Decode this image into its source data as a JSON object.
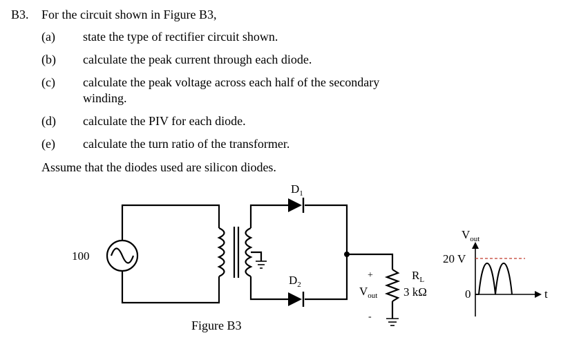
{
  "question": {
    "number": "B3.",
    "stem": "For the circuit shown in Figure B3,",
    "parts": [
      {
        "label": "(a)",
        "text": "state the type of rectifier circuit shown."
      },
      {
        "label": "(b)",
        "text": "calculate the peak current through each diode."
      },
      {
        "label": "(c)",
        "text": "calculate the peak voltage across each half of the secondary",
        "text2": "winding."
      },
      {
        "label": "(d)",
        "text": "calculate the PIV for each diode."
      },
      {
        "label": "(e)",
        "text": "calculate the turn ratio of the transformer."
      }
    ],
    "assumption": "Assume that the diodes used are silicon diodes."
  },
  "figure": {
    "caption": "Figure B3",
    "source_label": "100",
    "d1": "D",
    "d1_sub": "1",
    "d2": "D",
    "d2_sub": "2",
    "plus": "+",
    "minus": "-",
    "vout_main": "V",
    "vout_sub": "out",
    "rl_main": "R",
    "rl_sub": "L",
    "rl_value": "3 kΩ",
    "graph_vout_main": "V",
    "graph_vout_sub": "out",
    "graph_peak": "20 V",
    "graph_zero": "0",
    "graph_t": "t"
  }
}
